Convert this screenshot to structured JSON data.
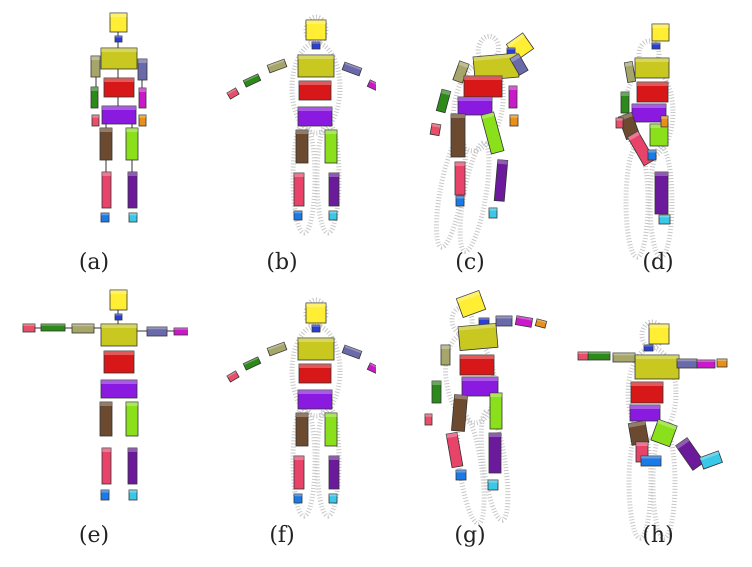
{
  "figure": {
    "panels": [
      {
        "label": "(a)"
      },
      {
        "label": "(b)"
      },
      {
        "label": "(c)"
      },
      {
        "label": "(d)"
      },
      {
        "label": "(e)"
      },
      {
        "label": "(f)"
      },
      {
        "label": "(g)"
      },
      {
        "label": "(h)"
      }
    ]
  },
  "colors": {
    "head": "#ffee33",
    "neck": "#2a3fd6",
    "chest": "#c8c820",
    "abdomen": "#d81818",
    "pelvis": "#8a1ae0",
    "left_upper_arm": "#a6a66a",
    "right_upper_arm": "#6a6aaa",
    "left_forearm": "#2c8a1a",
    "right_forearm": "#c81ac8",
    "left_hand": "#e8506a",
    "right_hand": "#e89018",
    "left_thigh": "#6b4a30",
    "right_thigh": "#8ae01a",
    "left_shin": "#e8446a",
    "right_shin": "#6a1a9a",
    "left_foot": "#1a7ae8",
    "right_foot": "#3ac8e8",
    "point_cloud": "#9a9a9a"
  }
}
